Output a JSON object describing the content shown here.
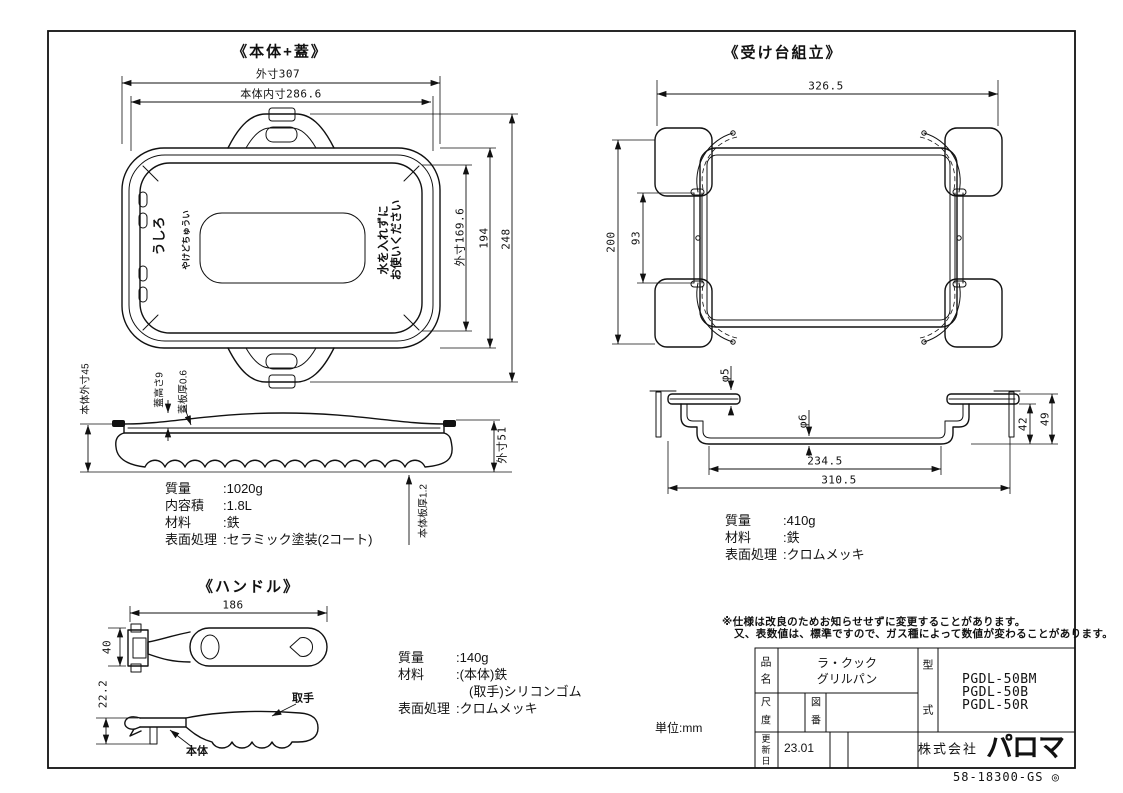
{
  "page": {
    "unit": "単位:mm",
    "doc_number": "58-18300-GS",
    "doc_mark": "◎"
  },
  "body_lid": {
    "title": "《本体+蓋》",
    "dim_outer_width": "外寸307",
    "dim_inner_width": "本体内寸286.6",
    "dim_window_height": "外寸169.6",
    "dim_rim_height": "194",
    "dim_total_height": "248",
    "dim_body_height": "本体外寸45",
    "dim_lid_height": "蓋高さ9",
    "dim_lid_thickness": "蓋板厚0.6",
    "dim_side_height": "外寸51",
    "dim_body_thickness": "本体板厚1.2",
    "mark_back": "うしろ",
    "mark_caution": "やけどちゅうい",
    "mark_no_water_1": "水を入れずに",
    "mark_no_water_2": "お使いください",
    "specs": [
      {
        "label": "質量",
        "value": ":1020g"
      },
      {
        "label": "内容積",
        "value": ":1.8L"
      },
      {
        "label": "材料",
        "value": ":鉄"
      },
      {
        "label": "表面処理",
        "value": ":セラミック塗装(2コート)"
      }
    ]
  },
  "stand": {
    "title": "《受け台組立》",
    "dim_width": "326.5",
    "dim_depth": "200",
    "dim_inner": "93",
    "dim_wire5": "φ5",
    "dim_wire6": "φ6",
    "dim_h1": "42",
    "dim_h2": "49",
    "dim_span_inner": "234.5",
    "dim_span_outer": "310.5",
    "specs": [
      {
        "label": "質量",
        "value": ":410g"
      },
      {
        "label": "材料",
        "value": ":鉄"
      },
      {
        "label": "表面処理",
        "value": ":クロムメッキ"
      }
    ]
  },
  "handle": {
    "title": "《ハンドル》",
    "dim_length": "186",
    "dim_width": "40",
    "dim_height": "22.2",
    "label_grip": "取手",
    "label_body": "本体",
    "specs": [
      {
        "label": "質量",
        "value": ":140g"
      },
      {
        "label": "材料",
        "value": ":(本体)鉄"
      },
      {
        "label": "",
        "value": "　(取手)シリコンゴム"
      },
      {
        "label": "表面処理",
        "value": ":クロムメッキ"
      }
    ]
  },
  "notes": {
    "line1": "※仕様は改良のためお知らせせずに変更することがあります。",
    "line2": "又、表数値は、標準ですので、ガス種によって数値が変わることがあります。"
  },
  "title_block": {
    "field_item_1": "品",
    "field_item_2": "名",
    "item_name_1": "ラ・クック",
    "item_name_2": "グリルパン",
    "field_scale_1": "尺",
    "field_scale_2": "度",
    "field_fig_1": "図",
    "field_fig_2": "番",
    "field_model_1": "型",
    "field_model_2": "式",
    "models": [
      "PGDL-50BM",
      "PGDL-50B",
      "PGDL-50R"
    ],
    "field_date_1": "更",
    "field_date_2": "新",
    "field_date_3": "日",
    "date": "23.01",
    "company_prefix": "株式会社",
    "company_logo": "パロマ"
  }
}
